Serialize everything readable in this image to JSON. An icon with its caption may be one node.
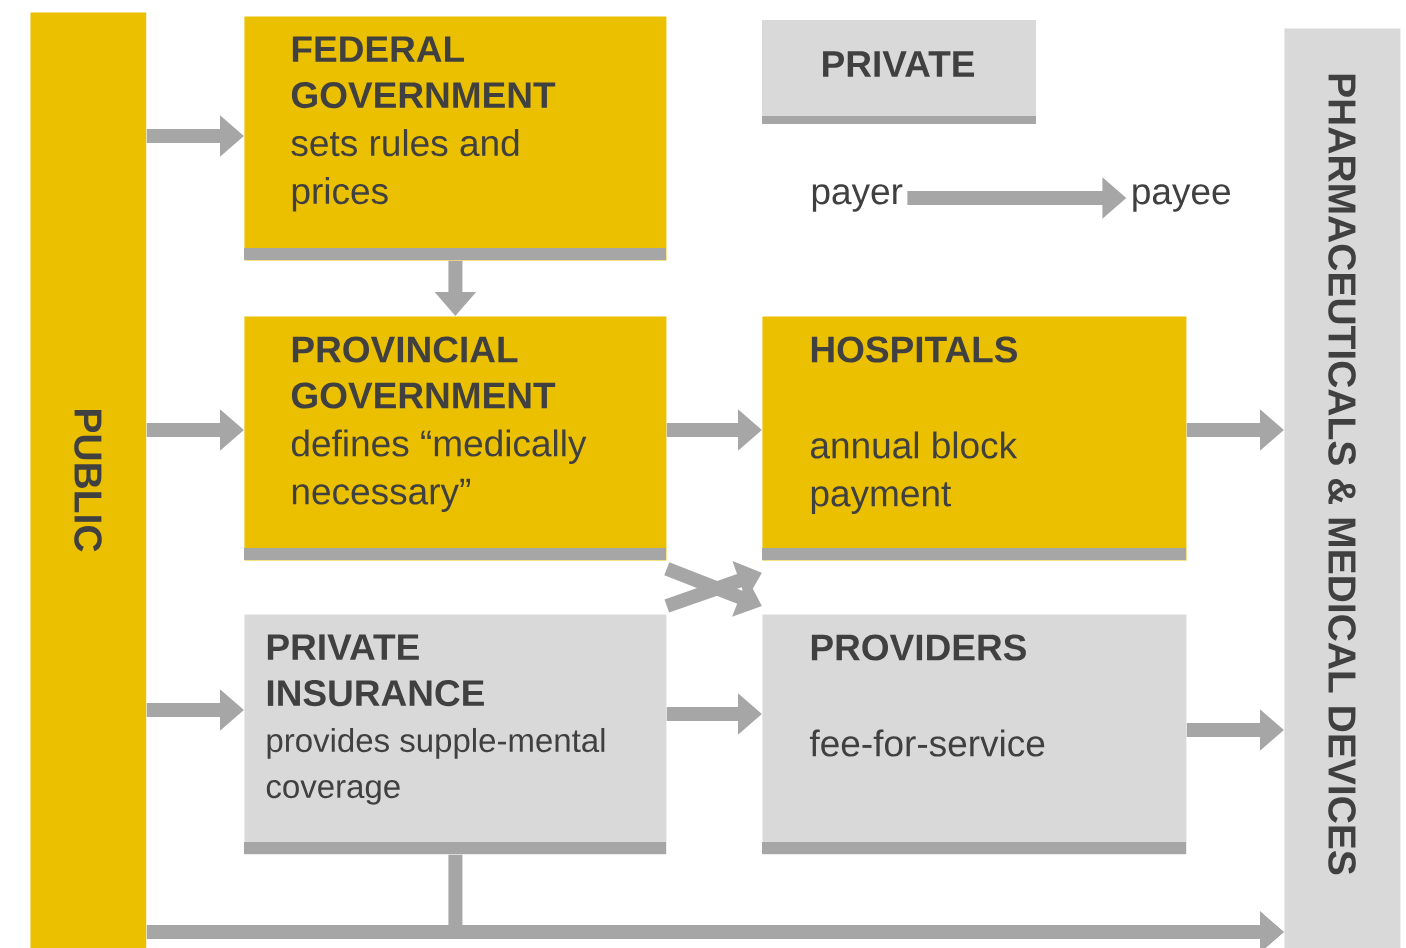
{
  "diagram": {
    "nodes": [
      {
        "text": [
          "PUBLIC"
        ]
      },
      {
        "text": [
          "FEDERAL GOVERNMENT",
          "sets rules and prices"
        ]
      },
      {
        "text": [
          "PROVINCIAL GOVERNMENT",
          "defines “medically necessary”"
        ]
      },
      {
        "text": [
          "HOSPITALS",
          "annual block payment"
        ]
      },
      {
        "text": [
          "PRIVATE INSURANCE",
          "provides supple-mental coverage"
        ]
      },
      {
        "text": [
          "PROVIDERS",
          "fee-for-service"
        ]
      },
      {
        "text": [
          "PHARMACEUTICALS & MEDICAL DEVICES"
        ]
      },
      {
        "text": [
          "payer"
        ]
      },
      {
        "text": [
          "payee"
        ]
      }
    ],
    "edges": [
      {
        "from": 0,
        "to": 1,
        "arrow": "to"
      },
      {
        "from": 1,
        "to": 2,
        "arrow": "to"
      },
      {
        "from": 0,
        "to": 2,
        "arrow": "to"
      },
      {
        "from": 2,
        "to": 3,
        "arrow": "to"
      },
      {
        "from": 2,
        "to": 5,
        "arrow": "to"
      },
      {
        "from": 4,
        "to": 3,
        "arrow": "to"
      },
      {
        "from": 0,
        "to": 4,
        "arrow": "to"
      },
      {
        "from": 4,
        "to": 5,
        "arrow": "to"
      },
      {
        "from": 3,
        "to": 6,
        "arrow": "to"
      },
      {
        "from": 5,
        "to": 6,
        "arrow": "to"
      },
      {
        "from": 0,
        "to": 6,
        "arrow": "to"
      },
      {
        "from": 4,
        "to": 6,
        "arrow": "to"
      },
      {
        "from": 7,
        "to": 8,
        "arrow": "to"
      }
    ],
    "legend": [
      {
        "text": "PRIVATE",
        "color": "#d9d9d9"
      }
    ]
  }
}
